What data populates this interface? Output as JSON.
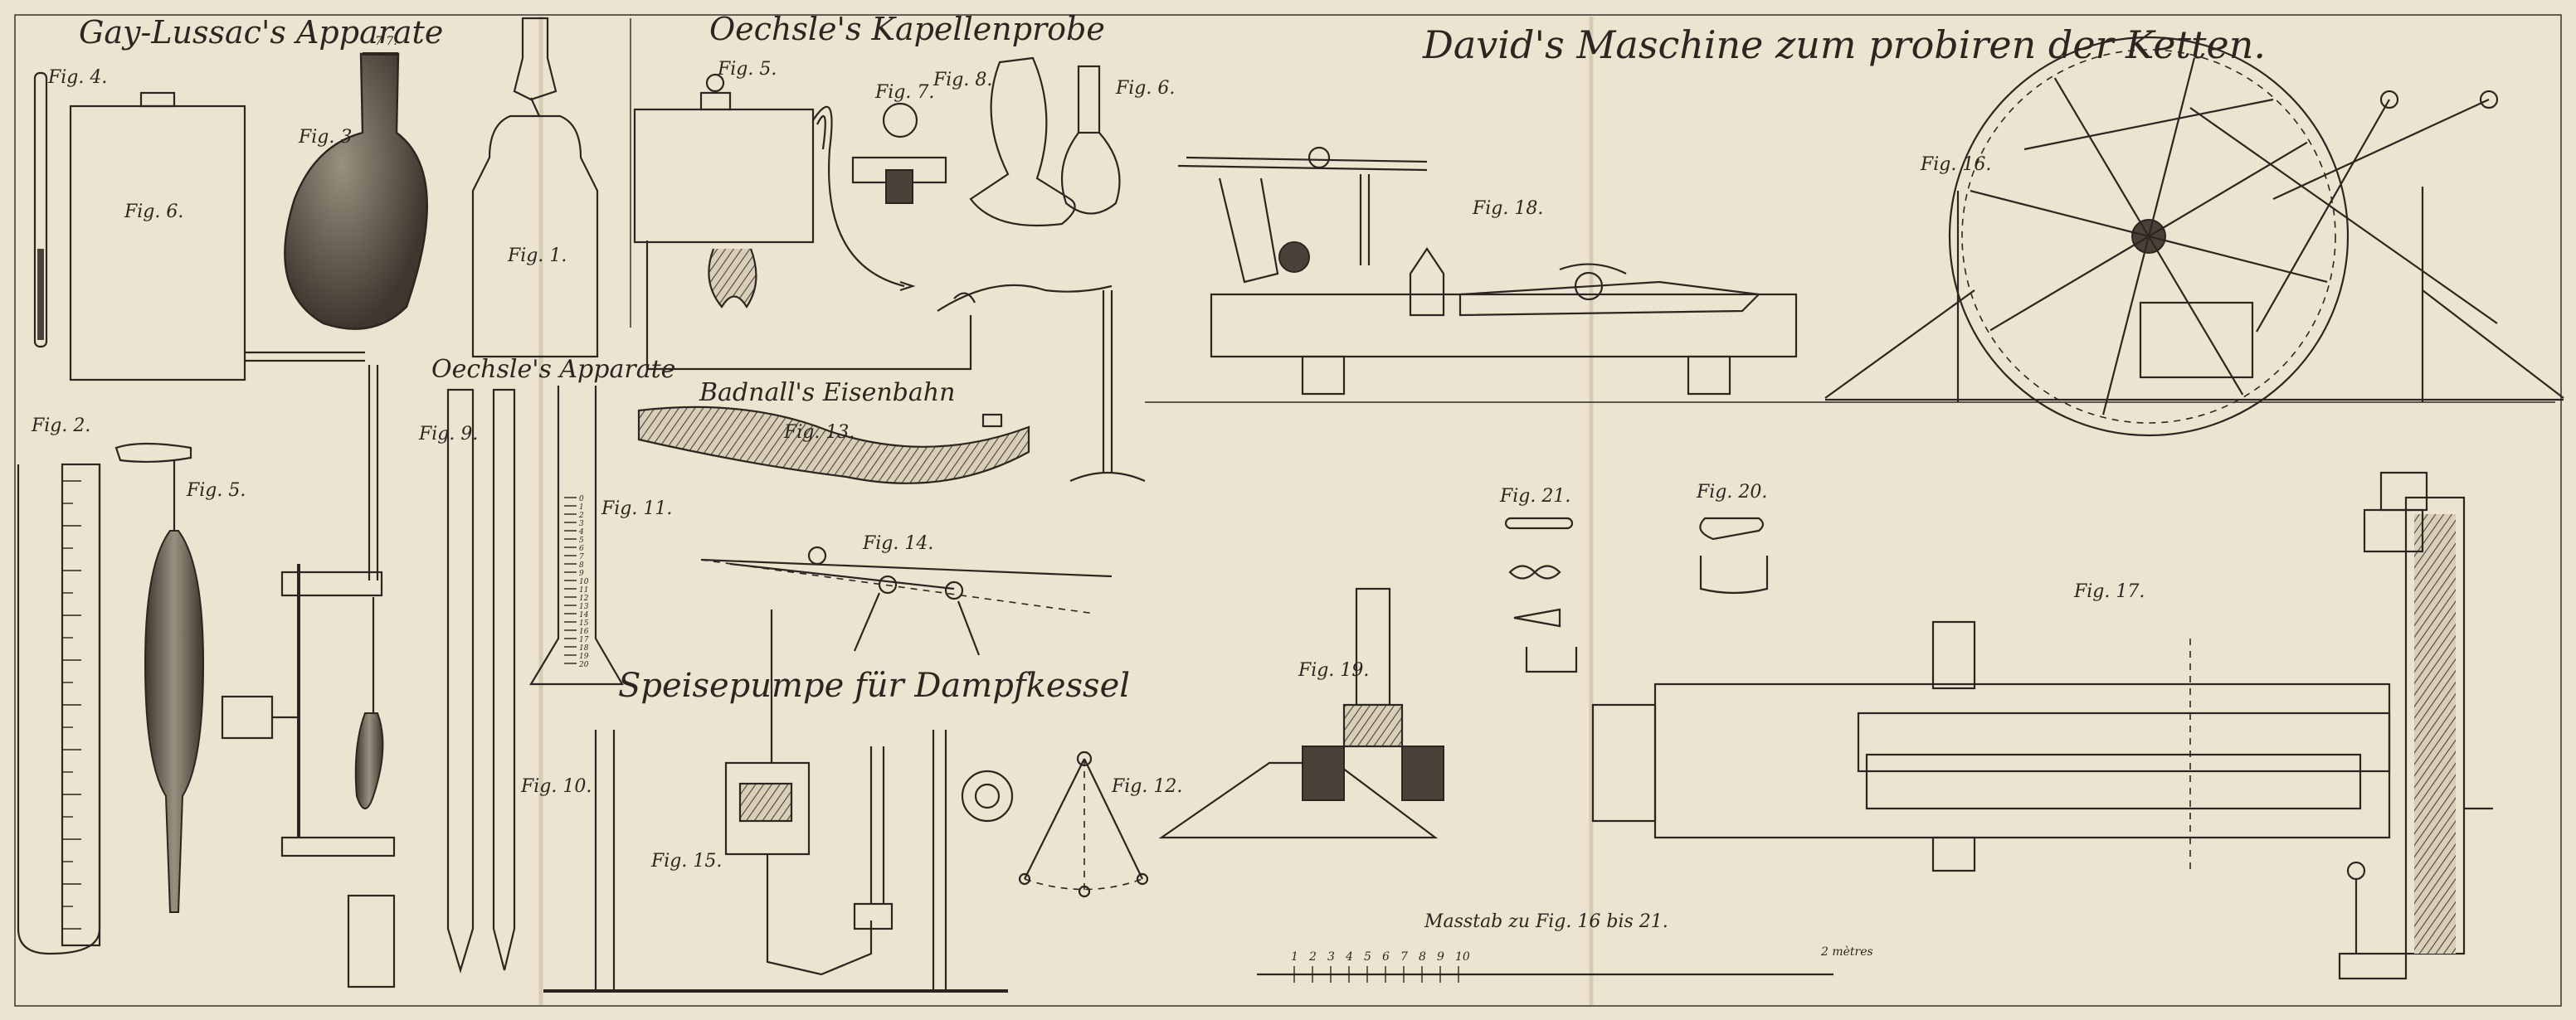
{
  "headings": {
    "gay_lussac": "Gay-Lussac's Apparate",
    "oechsle_kapellenprobe": "Oechsle's Kapellenprobe",
    "david": "David's Maschine zum probiren der Ketten.",
    "oechsle_apparate": "Oechsle's Apparate",
    "badnall": "Badnall's Eisenbahn",
    "speisepumpe": "Speisepumpe für Dampfkessel"
  },
  "figure_labels": {
    "fig4": "Fig. 4.",
    "fig3": "Fig. 3",
    "fig6a": "Fig. 6.",
    "fig1": "Fig. 1.",
    "fig5": "Fig. 5.",
    "fig7": "Fig. 7.",
    "fig8": "Fig. 8.",
    "fig6b": "Fig. 6.",
    "fig2": "Fig. 2.",
    "fig5b": "Fig. 5.",
    "fig9": "Fig. 9.",
    "fig11": "Fig. 11.",
    "fig13": "Fig. 13.",
    "fig14": "Fig. 14.",
    "fig10": "Fig. 10.",
    "fig15": "Fig. 15.",
    "fig12": "Fig. 12.",
    "fig18": "Fig. 18.",
    "fig16": "Fig. 16.",
    "fig21": "Fig. 21.",
    "fig20": "Fig. 20.",
    "fig19": "Fig. 19.",
    "fig17": "Fig. 17."
  },
  "scale": {
    "caption": "Masstab zu Fig. 16 bis 21.",
    "ticks": [
      "1",
      "2",
      "3",
      "4",
      "5",
      "6",
      "7",
      "8",
      "9",
      "10"
    ],
    "end_label": "2 mètres"
  },
  "cylinder_scale": [
    "0",
    "1",
    "2",
    "3",
    "4",
    "5",
    "6",
    "7",
    "8",
    "9",
    "10",
    "11",
    "12",
    "13",
    "14",
    "15",
    "16",
    "17",
    "18",
    "19",
    "20"
  ]
}
